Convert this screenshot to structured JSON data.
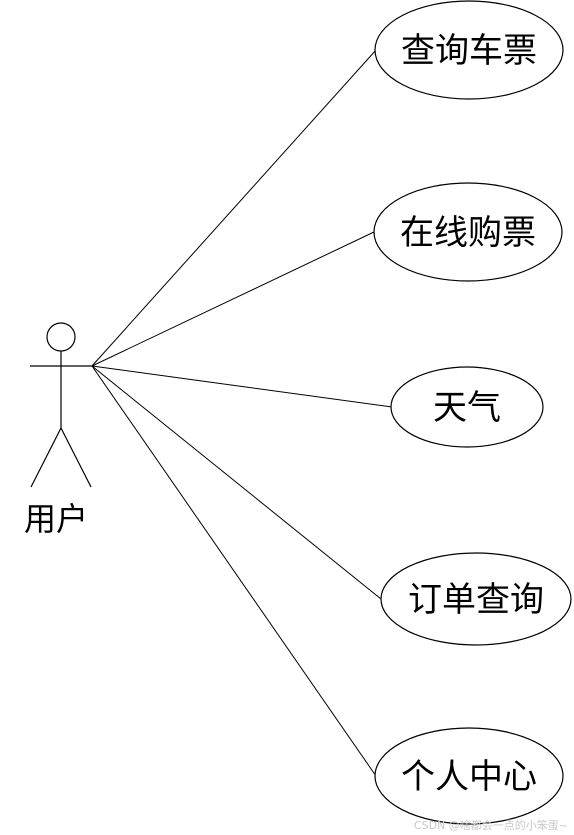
{
  "actor": {
    "label": "用户"
  },
  "use_cases": [
    {
      "label": "查询车票"
    },
    {
      "label": "在线购票"
    },
    {
      "label": "天气"
    },
    {
      "label": "订单查询"
    },
    {
      "label": "个人中心"
    }
  ],
  "watermark": "CSDN @啥都会一点的小笨蛋~",
  "colors": {
    "line": "#000000",
    "background": "#ffffff"
  }
}
